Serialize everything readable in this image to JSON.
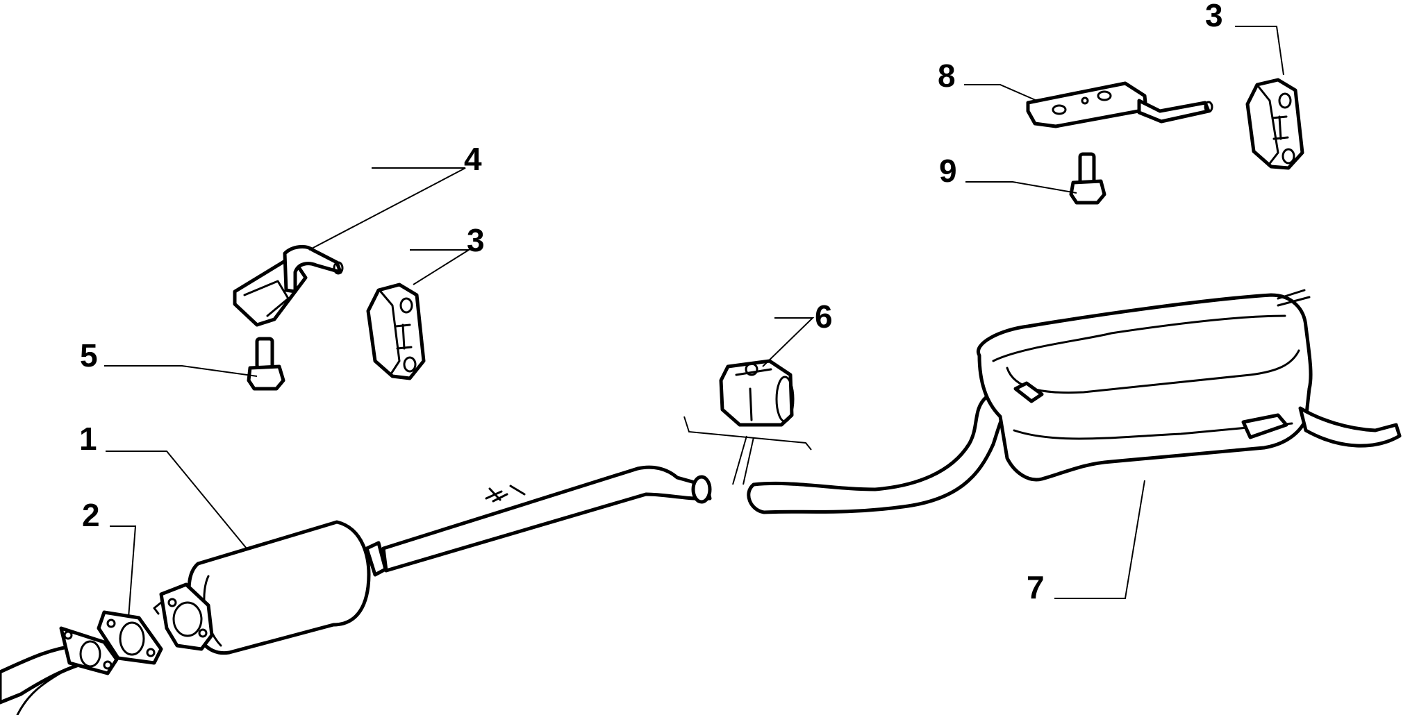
{
  "colors": {
    "ink": "#000000",
    "paper": "#ffffff"
  },
  "callouts": {
    "c1": "1",
    "c2": "2",
    "c3a": "3",
    "c3b": "3",
    "c4": "4",
    "c5": "5",
    "c6": "6",
    "c7": "7",
    "c8": "8",
    "c9": "9"
  }
}
